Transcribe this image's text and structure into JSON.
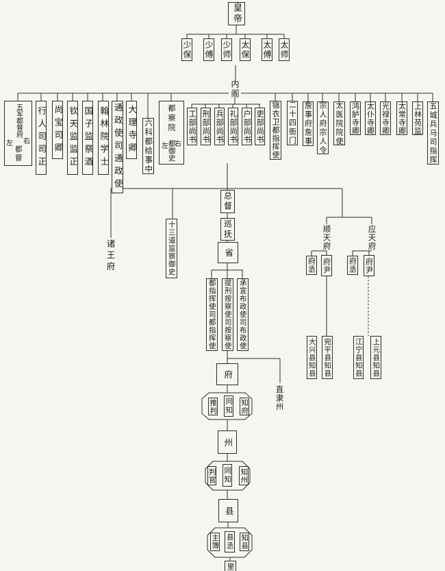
{
  "emperor": "皇帝",
  "tutors": [
    "少保",
    "少傅",
    "少师",
    "太保",
    "太傅",
    "太师"
  ],
  "cabinet": "内阁",
  "left_group": {
    "wujun": {
      "main": "五军都督府",
      "left": "左",
      "right": "右",
      "sub": "都督"
    },
    "items": [
      "行人司司正",
      "尚宝司卿",
      "钦天监监正",
      "国子监祭酒",
      "翰林院学士",
      "通政使司通政使",
      "大理寺卿",
      "六科都给事中"
    ],
    "ducha": {
      "main": "都察院",
      "left": "左",
      "right": "右",
      "sub": "都御史"
    }
  },
  "ministries": [
    "工部尚书",
    "刑部尚书",
    "兵部尚书",
    "礼部尚书",
    "户部尚书",
    "吏部尚书"
  ],
  "right_group": [
    "锦衣卫都指挥使",
    "二十四衙门",
    "詹事府詹事",
    "宗人府宗人令",
    "太医院院使",
    "鸿胪寺卿",
    "太仆寺卿",
    "光禄寺卿",
    "太常寺卿",
    "上林苑监",
    "五城兵马司指挥"
  ],
  "provincial": {
    "princes": "诸王府",
    "censors": "十三道监察御史",
    "zongdu": "总督",
    "xunfu": "巡抚",
    "sheng": "省",
    "commissions": [
      "都指挥使司都指挥使",
      "提刑按察使司按察使",
      "承宣布政使司布政使"
    ],
    "zhilizhou": "直隶州",
    "fu": "府",
    "fu_officials": [
      "推判",
      "同知",
      "知府"
    ],
    "zhou": "州",
    "zhou_officials": [
      "判官",
      "同知",
      "知州"
    ],
    "xian": "县",
    "xian_officials": [
      "主簿",
      "县丞",
      "知县"
    ],
    "li": "里"
  },
  "capital": {
    "shuntian": {
      "name": "顺天府",
      "vice": "府丞",
      "governor": "府尹",
      "counties": [
        "大兴县知县",
        "宛平县知县"
      ]
    },
    "yingtian": {
      "name": "应天府",
      "vice": "府丞",
      "governor": "府尹",
      "counties": [
        "江宁县知县",
        "上元县知县"
      ]
    }
  },
  "colors": {
    "line": "#2a2a2a",
    "box_border": "#2a2a2a",
    "background": "#f6f5f1",
    "text": "#1a1a1a"
  }
}
